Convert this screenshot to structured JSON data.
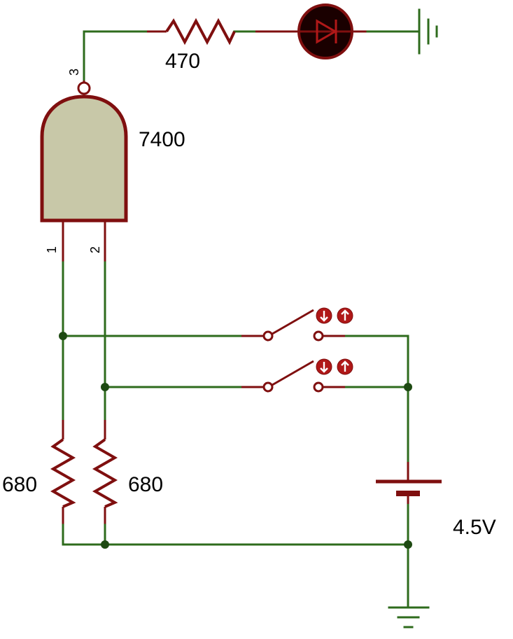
{
  "components": {
    "gate": {
      "label": "7400",
      "pins": [
        "1",
        "2",
        "3"
      ]
    },
    "resistor_out": {
      "label": "470"
    },
    "resistor_pull_1": {
      "label": "680"
    },
    "resistor_pull_2": {
      "label": "680"
    },
    "battery": {
      "label": "4.5V"
    }
  },
  "colors": {
    "wire": "#2e6b1c",
    "component": "#7f0f0f",
    "gate_fill": "#c8c8a8",
    "led_body": "#1a0000",
    "junction": "#1e4a12",
    "switch_button": "#b01818"
  },
  "icons": {
    "switch_down": "arrow-down-icon",
    "switch_up": "arrow-up-icon"
  }
}
